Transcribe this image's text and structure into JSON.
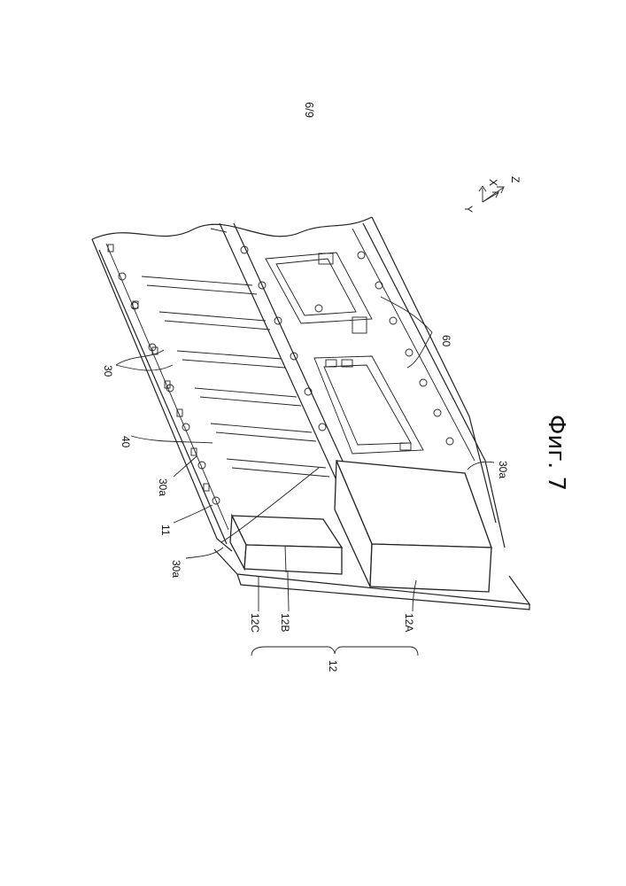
{
  "page_number": "6/9",
  "figure_caption": "Фиг. 7",
  "axes": {
    "x": "X",
    "y": "Y",
    "z": "Z"
  },
  "labels": {
    "l30": "30",
    "l40": "40",
    "l30a_top": "30a",
    "l11": "11",
    "l30a_left": "30a",
    "l12C": "12C",
    "l12B": "12B",
    "l12A": "12A",
    "l12": "12",
    "l60": "60",
    "l30a_right": "30a"
  }
}
